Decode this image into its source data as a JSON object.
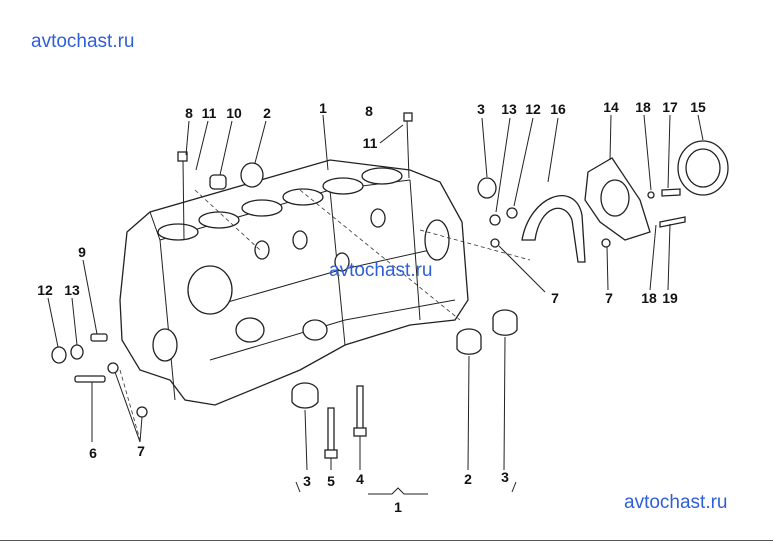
{
  "watermarks": {
    "top": "avtochast.ru",
    "middle": "avtochast.ru",
    "bottom": "avtochast.ru"
  },
  "callouts": {
    "top": [
      "8",
      "11",
      "10",
      "2",
      "1",
      "8",
      "11",
      "3",
      "13",
      "12",
      "16",
      "14",
      "18",
      "17",
      "15"
    ],
    "left": [
      "9",
      "12",
      "13",
      "6",
      "7"
    ],
    "right": [
      "7",
      "7",
      "18",
      "19"
    ],
    "bottom": [
      "3",
      "5",
      "4",
      "2",
      "3",
      "1"
    ]
  },
  "colors": {
    "watermark": "#2f5fd6",
    "linework": "#222222",
    "background": "#ffffff"
  }
}
